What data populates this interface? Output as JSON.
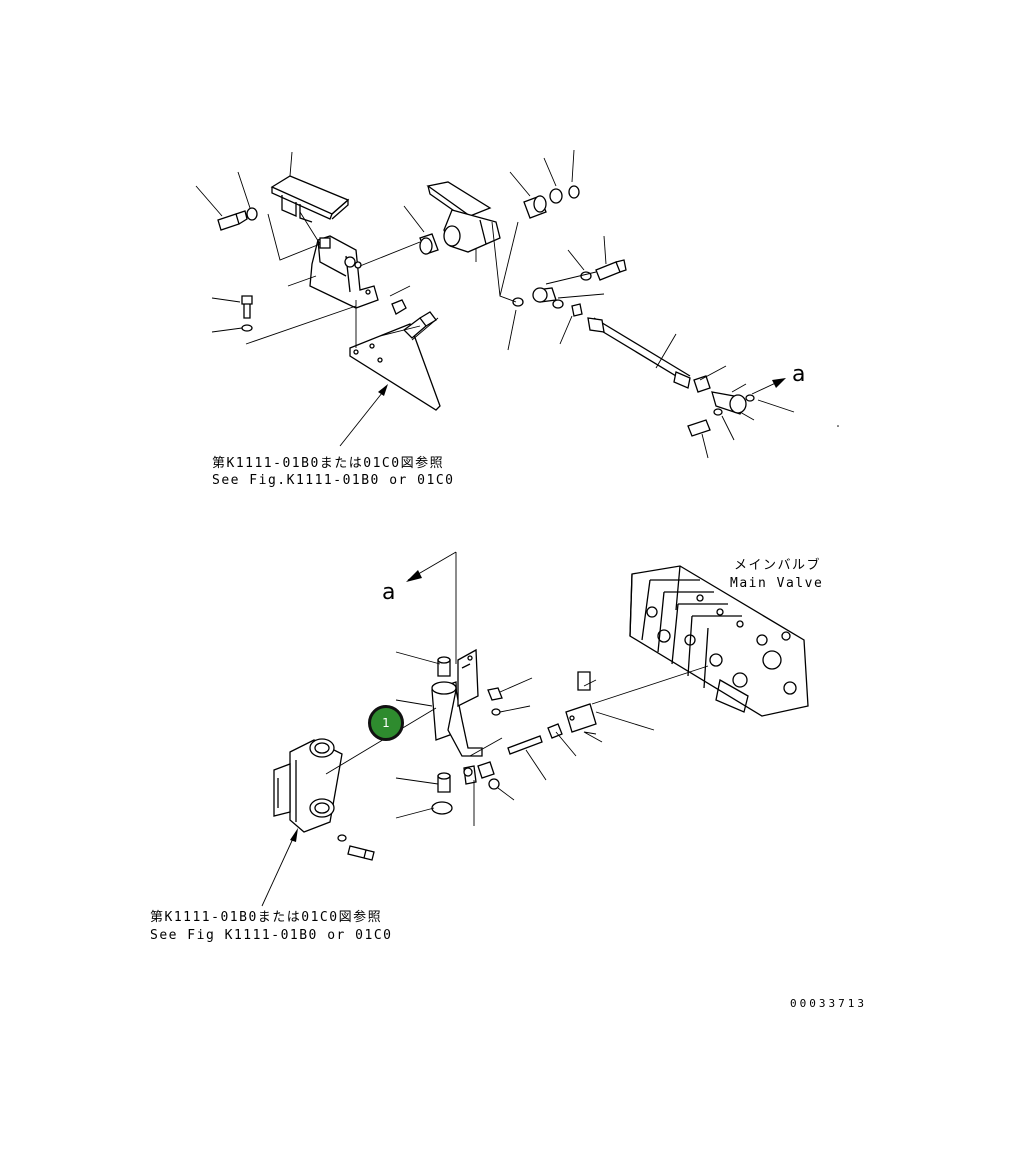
{
  "figure": {
    "refs": {
      "top": {
        "jp": "第K1111-01B0または01C0図参照",
        "en": "See Fig.K1111-01B0 or 01C0"
      },
      "bottom": {
        "jp": "第K1111-01B0または01C0図参照",
        "en": "See Fig K1111-01B0 or 01C0"
      }
    },
    "connector_letter_top": "a",
    "connector_letter_bottom": "a",
    "main_valve": {
      "jp": "メインバルブ",
      "en": "Main Valve"
    },
    "callout": {
      "number": "1",
      "color": "#2e8b2e"
    },
    "drawing_code": "00033713"
  }
}
